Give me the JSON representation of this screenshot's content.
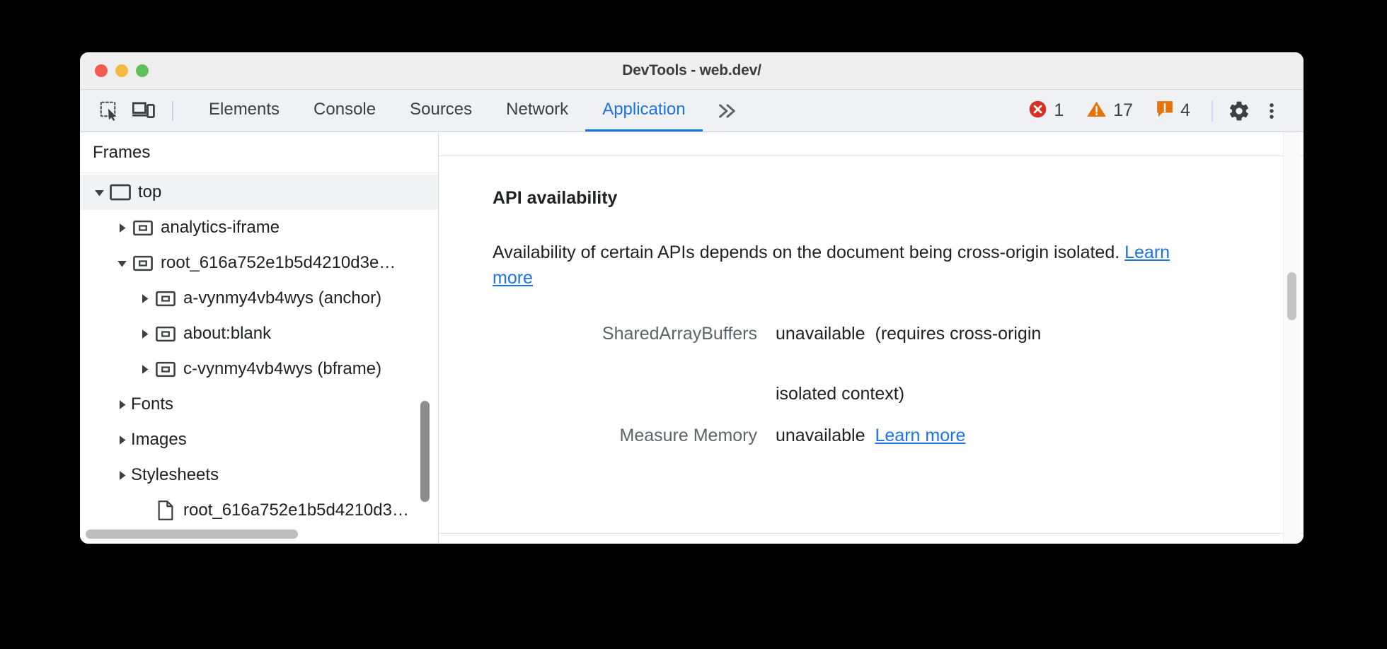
{
  "window": {
    "title": "DevTools - web.dev/",
    "traffic_lights": [
      "close-red",
      "minimize-yellow",
      "zoom-green"
    ]
  },
  "toolbar": {
    "inspect_icon": "inspect-element-icon",
    "device_icon": "device-toolbar-icon",
    "tabs": [
      {
        "label": "Elements",
        "active": false
      },
      {
        "label": "Console",
        "active": false
      },
      {
        "label": "Sources",
        "active": false
      },
      {
        "label": "Network",
        "active": false
      },
      {
        "label": "Application",
        "active": true
      }
    ],
    "more_tabs_label": "»",
    "status": {
      "errors": {
        "icon": "error-icon",
        "count": "1",
        "color": "#d93025"
      },
      "warnings": {
        "icon": "warning-icon",
        "count": "17",
        "color": "#e8710a"
      },
      "issues": {
        "icon": "issue-icon",
        "count": "4",
        "color": "#e8710a"
      }
    },
    "settings_label": "gear-icon",
    "more_options_label": "kebab-menu-icon"
  },
  "sidebar": {
    "header": "Frames",
    "tree": [
      {
        "label": "top",
        "indent": 0,
        "twisty": "down",
        "icon": "frame-top-icon",
        "selected": true
      },
      {
        "label": "analytics-iframe",
        "indent": 1,
        "twisty": "right",
        "icon": "frame-icon",
        "selected": false
      },
      {
        "label": "root_616a752e1b5d4210d3e…",
        "indent": 1,
        "twisty": "down",
        "icon": "frame-icon",
        "selected": false
      },
      {
        "label": "a-vynmy4vb4wys (anchor)",
        "indent": 2,
        "twisty": "right",
        "icon": "frame-icon",
        "selected": false
      },
      {
        "label": "about:blank",
        "indent": 2,
        "twisty": "right",
        "icon": "frame-icon",
        "selected": false
      },
      {
        "label": "c-vynmy4vb4wys (bframe)",
        "indent": 2,
        "twisty": "right",
        "icon": "frame-icon",
        "selected": false
      },
      {
        "label": "Fonts",
        "indent": 1,
        "twisty": "right",
        "icon": "none",
        "selected": false
      },
      {
        "label": "Images",
        "indent": 1,
        "twisty": "right",
        "icon": "none",
        "selected": false
      },
      {
        "label": "Stylesheets",
        "indent": 1,
        "twisty": "right",
        "icon": "none",
        "selected": false
      },
      {
        "label": "root_616a752e1b5d4210d3…",
        "indent": 2,
        "twisty": "none",
        "icon": "document-icon",
        "selected": false
      }
    ]
  },
  "main": {
    "section_title": "API availability",
    "description_part1": "Availability of certain APIs depends on the document being cross-origin isolated. ",
    "description_link": "Learn more",
    "rows": [
      {
        "key": "SharedArrayBuffers",
        "value": "unavailable",
        "note": "(requires cross-origin",
        "note_line2": "isolated context)",
        "link": ""
      },
      {
        "key": "Measure Memory",
        "value": "unavailable",
        "note": "",
        "note_line2": "",
        "link": "Learn more"
      }
    ]
  }
}
